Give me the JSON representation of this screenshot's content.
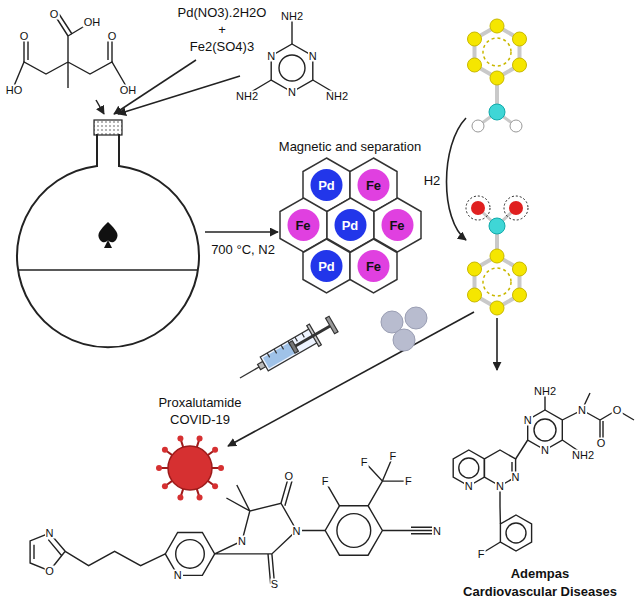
{
  "diagram": {
    "nodes": [
      {
        "text": [
          "Pd"
        ]
      },
      {
        "text": [
          "Fe"
        ]
      },
      {
        "text": [
          "Fe"
        ]
      },
      {
        "text": [
          "Pd"
        ]
      },
      {
        "text": [
          "Fe"
        ]
      },
      {
        "text": [
          "Pd"
        ]
      },
      {
        "text": [
          "Fe"
        ]
      }
    ],
    "labels": [
      "Pd(NO3).2H2O",
      "+",
      "Fe2(SO4)3",
      "Magnetic and separation",
      "700 °C, N2",
      "H2",
      "Proxalutamide",
      "COVID-19",
      "Adempas",
      "Cardiovascular Diseases",
      "O",
      "OH",
      "HO",
      "O",
      "O",
      "OH",
      "NH2",
      "NH2",
      "NH2",
      "N",
      "N",
      "N",
      "NH2",
      "NH2",
      "N",
      "O",
      "O",
      "N",
      "N",
      "N",
      "N",
      "N",
      "F",
      "O",
      "N",
      "N",
      "N",
      "N",
      "O",
      "S",
      "F",
      "F",
      "F",
      "F",
      "N"
    ]
  }
}
